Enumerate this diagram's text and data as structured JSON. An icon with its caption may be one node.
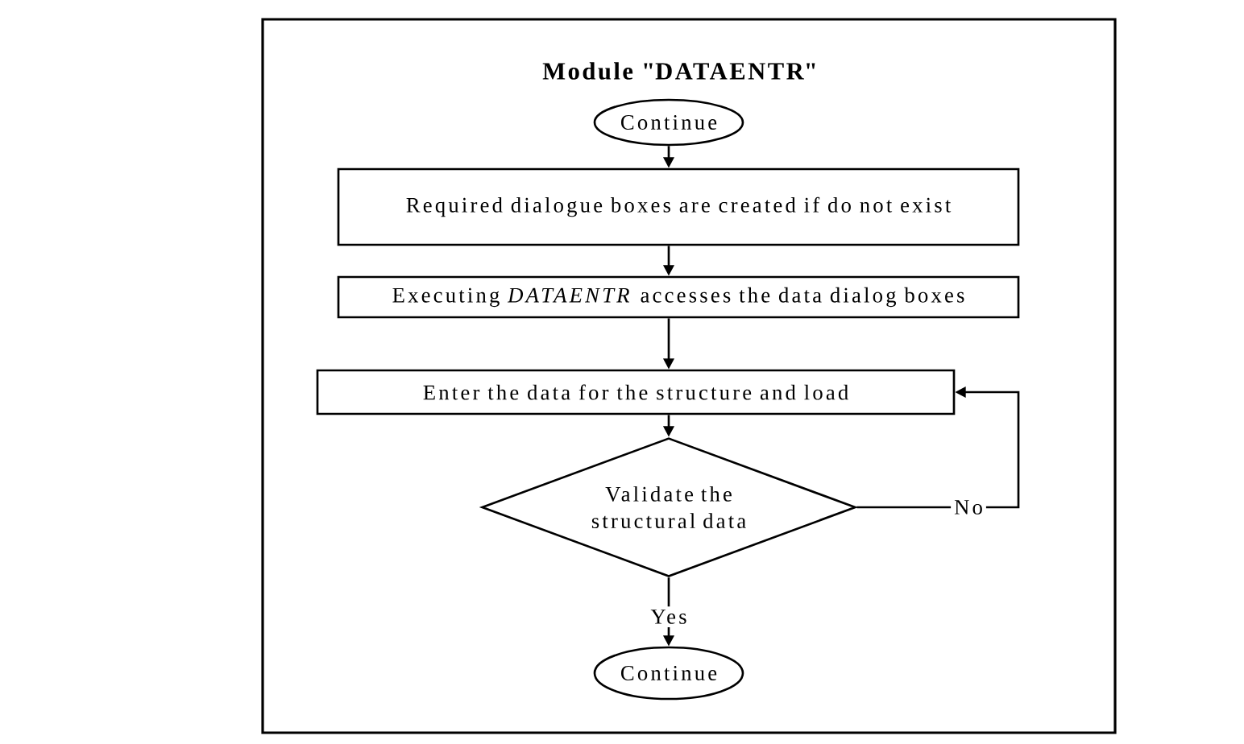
{
  "diagram": {
    "title": "Module \"DATAENTR\"",
    "nodes": [
      {
        "text": [
          "Continue"
        ]
      },
      {
        "text": [
          "Required dialogue boxes are created if do not exist"
        ]
      },
      {
        "text": [
          "Executing *DATAENTR* accesses the data dialog boxes"
        ]
      },
      {
        "text": [
          "Enter the data for the structure and load"
        ]
      },
      {
        "text": [
          "Validate the structural data"
        ]
      },
      {
        "text": [
          "Continue"
        ]
      }
    ],
    "edges": [
      {
        "from": 0,
        "to": 1,
        "arrow": "to"
      },
      {
        "from": 1,
        "to": 2,
        "arrow": "to"
      },
      {
        "from": 2,
        "to": 3,
        "arrow": "to"
      },
      {
        "from": 3,
        "to": 4,
        "arrow": "to"
      },
      {
        "from": 4,
        "to": 3,
        "arrow": "to",
        "label": "No"
      },
      {
        "from": 4,
        "to": 5,
        "arrow": "to",
        "label": "Yes"
      }
    ]
  }
}
